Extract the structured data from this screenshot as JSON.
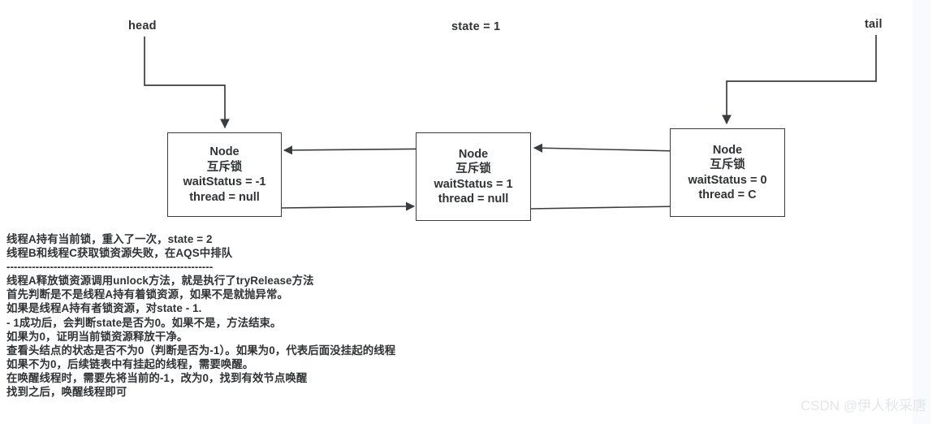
{
  "diagram": {
    "title_labels": {
      "head": "head",
      "state": "state = 1",
      "tail": "tail"
    },
    "nodes": [
      {
        "id": "node-1",
        "title": "Node",
        "lock_type": "互斥锁",
        "wait_status": "waitStatus = -1",
        "thread": "thread = null"
      },
      {
        "id": "node-2",
        "title": "Node",
        "lock_type": "互斥锁",
        "wait_status": "waitStatus = 1",
        "thread": "thread = null"
      },
      {
        "id": "node-3",
        "title": "Node",
        "lock_type": "互斥锁",
        "wait_status": "waitStatus = 0",
        "thread": "thread = C"
      }
    ],
    "colors": {
      "stroke": "#3a3d40",
      "text": "#303335",
      "background": "#ffffff",
      "watermark": "#e3e6ea"
    }
  },
  "notes": {
    "lines": [
      "线程A持有当前锁，重入了一次，state = 2",
      "线程B和线程C获取锁资源失败，在AQS中排队"
    ],
    "divider": "---------------------------------------------------------",
    "lines2": [
      "线程A释放锁资源调用unlock方法，就是执行了tryRelease方法",
      "首先判断是不是线程A持有着锁资源，如果不是就抛异常。",
      "如果是线程A持有者锁资源，对state - 1.",
      "- 1成功后，会判断state是否为0。如果不是，方法结束。",
      "如果为0，证明当前锁资源释放干净。",
      "查看头结点的状态是否不为0（判断是否为-1）。如果为0，代表后面没挂起的线程",
      "如果不为0，后续链表中有挂起的线程，需要唤醒。",
      "在唤醒线程时，需要先将当前的-1，改为0，找到有效节点唤醒",
      "找到之后，唤醒线程即可"
    ]
  },
  "watermark": {
    "text": "CSDN @伊人秋采唐"
  }
}
